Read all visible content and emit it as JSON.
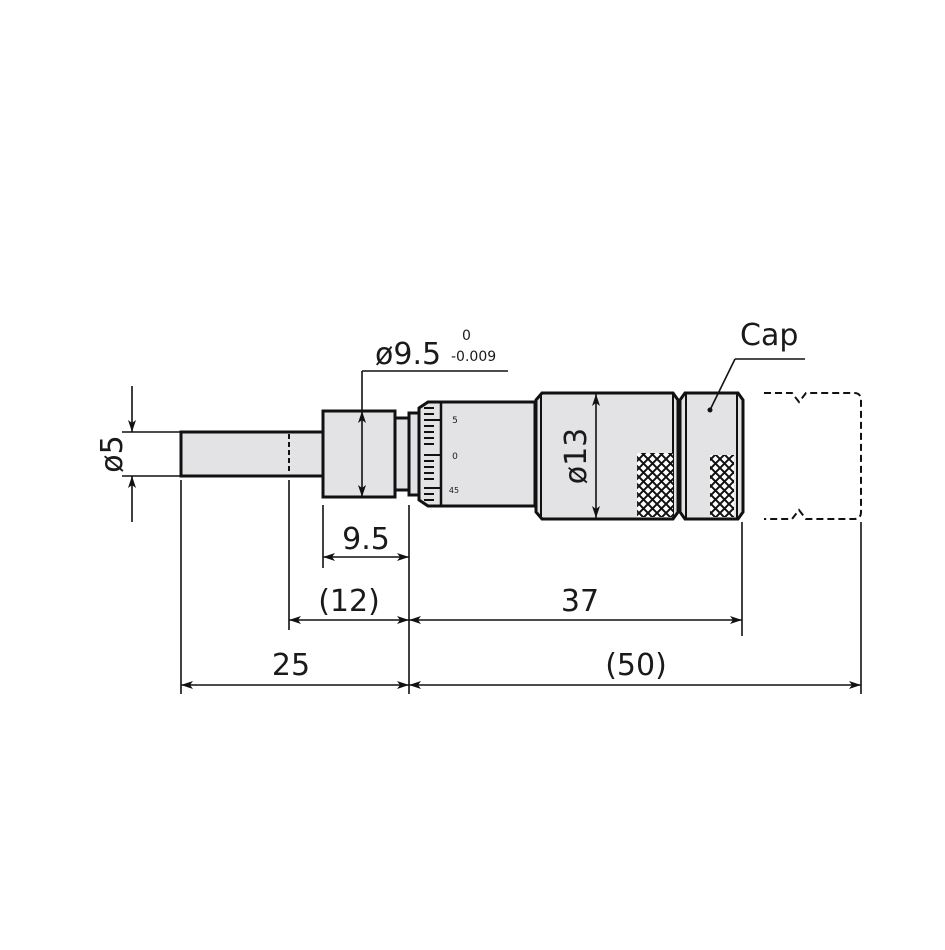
{
  "drawing": {
    "title": "Micrometer head dimensional drawing",
    "background": "#ffffff",
    "body_color": "#e3e3e5",
    "line_color": "#111111"
  },
  "labels": {
    "spindle_diameter": "ø5",
    "sleeve_diameter": "ø9.5",
    "sleeve_tol_upper": "0",
    "sleeve_tol_lower": "-0.009",
    "thimble_diameter": "ø13",
    "cap": "Cap"
  },
  "thimble_scale": {
    "upper": "5",
    "middle": "0",
    "lower": "45"
  },
  "dimensions": {
    "sleeve_length": "9.5",
    "stem_length": "(12)",
    "body_length": "37",
    "stroke": "25",
    "overall_extended": "(50)"
  }
}
